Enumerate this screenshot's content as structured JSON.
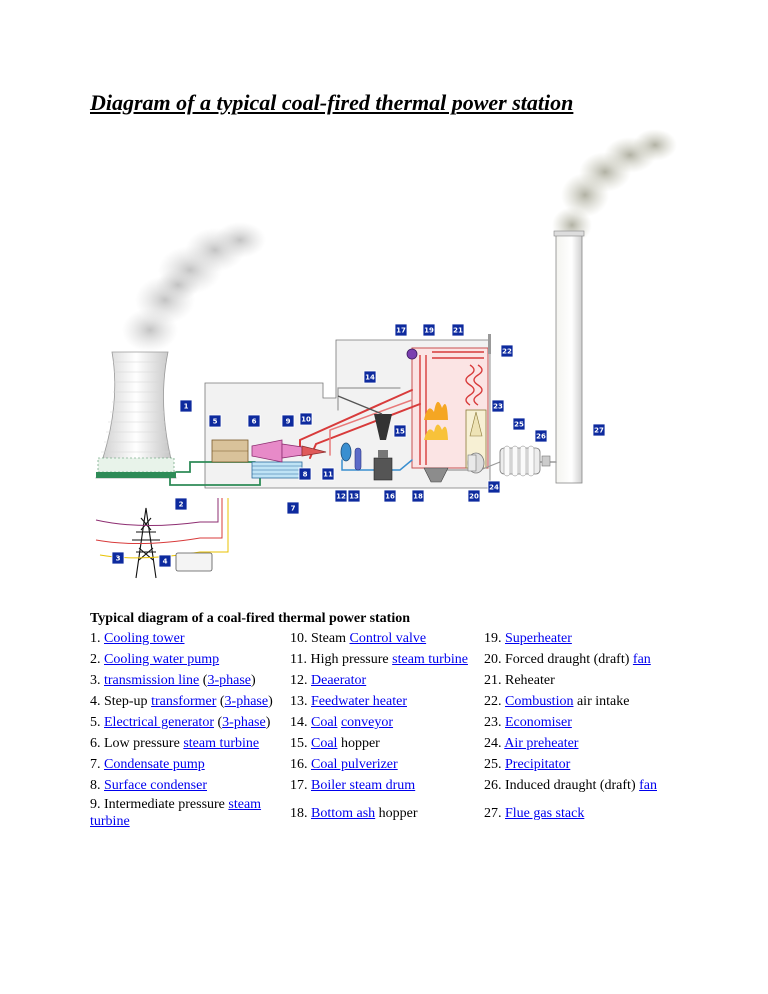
{
  "page": {
    "title": "Diagram of a typical coal-fired thermal power station"
  },
  "diagram": {
    "tags": [
      "1",
      "2",
      "3",
      "4",
      "5",
      "6",
      "7",
      "8",
      "9",
      "10",
      "11",
      "12",
      "13",
      "14",
      "15",
      "16",
      "17",
      "18",
      "19",
      "20",
      "21",
      "22",
      "23",
      "24",
      "25",
      "26",
      "27"
    ],
    "colors": {
      "tag": "#0d2a9e",
      "steam_hot": "#d83b3b",
      "water": "#3a8fd0",
      "cooling": "#2e8b57",
      "pink": "#e060a0",
      "flame": "#f5a623"
    }
  },
  "legend": {
    "caption": "Typical diagram of a coal-fired thermal power station",
    "rows": [
      [
        [
          [
            "1. ",
            ""
          ],
          [
            "Cooling tower",
            "l"
          ]
        ],
        [
          [
            "10. Steam ",
            ""
          ],
          [
            "Control valve",
            "l"
          ]
        ],
        [
          [
            "19. ",
            ""
          ],
          [
            "Superheater",
            "l"
          ]
        ]
      ],
      [
        [
          [
            "2. ",
            ""
          ],
          [
            "Cooling water pump",
            "l"
          ]
        ],
        [
          [
            "11. High pressure ",
            ""
          ],
          [
            "steam turbine",
            "l"
          ]
        ],
        [
          [
            "20. Forced draught (draft) ",
            ""
          ],
          [
            "fan",
            "l"
          ]
        ]
      ],
      [
        [
          [
            "3. ",
            ""
          ],
          [
            "transmission line",
            "l"
          ],
          [
            " (",
            ""
          ],
          [
            "3-phase",
            "l"
          ],
          [
            ")",
            ""
          ]
        ],
        [
          [
            "12. ",
            ""
          ],
          [
            "Deaerator",
            "l"
          ]
        ],
        [
          [
            "21. Reheater",
            ""
          ]
        ]
      ],
      [
        [
          [
            "4. Step-up ",
            ""
          ],
          [
            "transformer",
            "l"
          ],
          [
            " (",
            ""
          ],
          [
            "3-phase",
            "l"
          ],
          [
            ")",
            ""
          ]
        ],
        [
          [
            "13. ",
            ""
          ],
          [
            "Feedwater heater",
            "l"
          ]
        ],
        [
          [
            "22. ",
            ""
          ],
          [
            "Combustion",
            "l"
          ],
          [
            " air intake",
            ""
          ]
        ]
      ],
      [
        [
          [
            "5. ",
            ""
          ],
          [
            "Electrical generator",
            "l"
          ],
          [
            " (",
            ""
          ],
          [
            "3-phase",
            "l"
          ],
          [
            ")",
            ""
          ]
        ],
        [
          [
            "14. ",
            ""
          ],
          [
            "Coal",
            "l"
          ],
          [
            " ",
            ""
          ],
          [
            "conveyor",
            "l"
          ]
        ],
        [
          [
            "23. ",
            ""
          ],
          [
            "Economiser",
            "l"
          ]
        ]
      ],
      [
        [
          [
            "6. Low pressure ",
            ""
          ],
          [
            "steam turbine",
            "l"
          ]
        ],
        [
          [
            "15. ",
            ""
          ],
          [
            "Coal",
            "l"
          ],
          [
            " hopper",
            ""
          ]
        ],
        [
          [
            "24. ",
            ""
          ],
          [
            "Air preheater",
            "l"
          ]
        ]
      ],
      [
        [
          [
            "7. ",
            ""
          ],
          [
            "Condensate pump",
            "l"
          ]
        ],
        [
          [
            "16. ",
            ""
          ],
          [
            "Coal pulverizer",
            "l"
          ]
        ],
        [
          [
            "25. ",
            ""
          ],
          [
            "Precipitator",
            "l"
          ]
        ]
      ],
      [
        [
          [
            "8. ",
            ""
          ],
          [
            "Surface condenser",
            "l"
          ]
        ],
        [
          [
            "17. ",
            ""
          ],
          [
            "Boiler steam drum",
            "l"
          ]
        ],
        [
          [
            "26. Induced draught (draft) ",
            ""
          ],
          [
            "fan",
            "l"
          ]
        ]
      ],
      [
        [
          [
            "9. Intermediate pressure ",
            ""
          ],
          [
            "steam turbine",
            "l"
          ]
        ],
        [
          [
            "18. ",
            ""
          ],
          [
            "Bottom ash",
            "l"
          ],
          [
            " hopper",
            ""
          ]
        ],
        [
          [
            "27. ",
            ""
          ],
          [
            "Flue gas stack",
            "l"
          ]
        ]
      ]
    ]
  }
}
